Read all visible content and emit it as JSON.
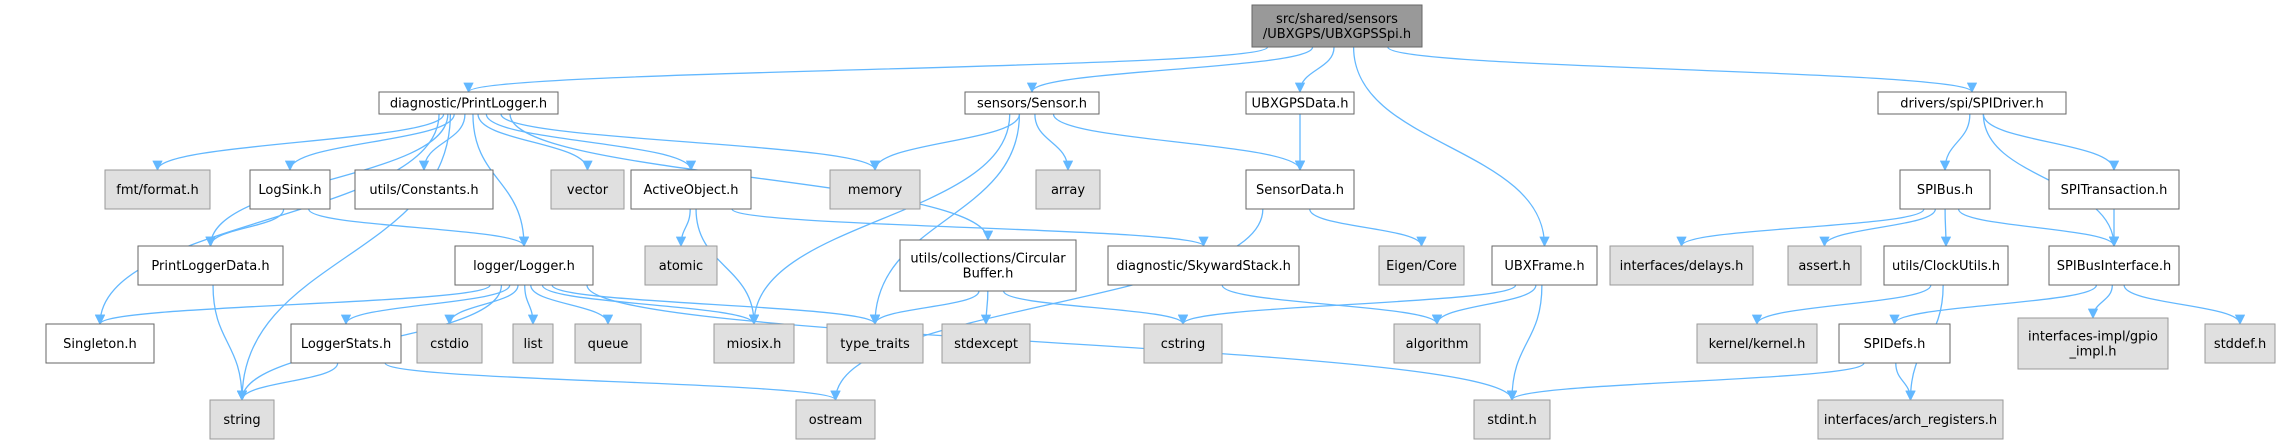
{
  "diagram": {
    "colors": {
      "edge": "#63b8ff",
      "node_border": "#666666",
      "external_fill": "#e0e0e0",
      "root_fill": "#999999",
      "node_fill": "#ffffff"
    },
    "nodes": [
      {
        "id": "root",
        "label": [
          "src/shared/sensors",
          "/UBXGPS/UBXGPSSpi.h"
        ],
        "kind": "root"
      },
      {
        "id": "printlogger",
        "label": [
          "diagnostic/PrintLogger.h"
        ],
        "kind": "normal"
      },
      {
        "id": "sensor",
        "label": [
          "sensors/Sensor.h"
        ],
        "kind": "normal"
      },
      {
        "id": "ubxgpsdata",
        "label": [
          "UBXGPSData.h"
        ],
        "kind": "normal"
      },
      {
        "id": "spidriver",
        "label": [
          "drivers/spi/SPIDriver.h"
        ],
        "kind": "normal"
      },
      {
        "id": "fmt",
        "label": [
          "fmt/format.h"
        ],
        "kind": "sys"
      },
      {
        "id": "logsink",
        "label": [
          "LogSink.h"
        ],
        "kind": "normal"
      },
      {
        "id": "constants",
        "label": [
          "utils/Constants.h"
        ],
        "kind": "normal"
      },
      {
        "id": "vector",
        "label": [
          "vector"
        ],
        "kind": "sys"
      },
      {
        "id": "activeobject",
        "label": [
          "ActiveObject.h"
        ],
        "kind": "normal"
      },
      {
        "id": "memory",
        "label": [
          "memory"
        ],
        "kind": "sys"
      },
      {
        "id": "array",
        "label": [
          "array"
        ],
        "kind": "sys"
      },
      {
        "id": "sensordata",
        "label": [
          "SensorData.h"
        ],
        "kind": "normal"
      },
      {
        "id": "spibus",
        "label": [
          "SPIBus.h"
        ],
        "kind": "normal"
      },
      {
        "id": "spitransaction",
        "label": [
          "SPITransaction.h"
        ],
        "kind": "normal"
      },
      {
        "id": "printloggerdata",
        "label": [
          "PrintLoggerData.h"
        ],
        "kind": "normal"
      },
      {
        "id": "logger",
        "label": [
          "logger/Logger.h"
        ],
        "kind": "normal"
      },
      {
        "id": "atomic",
        "label": [
          "atomic"
        ],
        "kind": "sys"
      },
      {
        "id": "circbuffer",
        "label": [
          "utils/collections/Circular",
          "Buffer.h"
        ],
        "kind": "normal"
      },
      {
        "id": "skywardstack",
        "label": [
          "diagnostic/SkywardStack.h"
        ],
        "kind": "normal"
      },
      {
        "id": "eigen",
        "label": [
          "Eigen/Core"
        ],
        "kind": "sys"
      },
      {
        "id": "ubxframe",
        "label": [
          "UBXFrame.h"
        ],
        "kind": "normal"
      },
      {
        "id": "delays",
        "label": [
          "interfaces/delays.h"
        ],
        "kind": "sys"
      },
      {
        "id": "assert",
        "label": [
          "assert.h"
        ],
        "kind": "sys"
      },
      {
        "id": "clockutils",
        "label": [
          "utils/ClockUtils.h"
        ],
        "kind": "normal"
      },
      {
        "id": "spibusinterface",
        "label": [
          "SPIBusInterface.h"
        ],
        "kind": "normal"
      },
      {
        "id": "singleton",
        "label": [
          "Singleton.h"
        ],
        "kind": "normal"
      },
      {
        "id": "loggerstats",
        "label": [
          "LoggerStats.h"
        ],
        "kind": "normal"
      },
      {
        "id": "cstdio",
        "label": [
          "cstdio"
        ],
        "kind": "sys"
      },
      {
        "id": "list",
        "label": [
          "list"
        ],
        "kind": "sys"
      },
      {
        "id": "queue",
        "label": [
          "queue"
        ],
        "kind": "sys"
      },
      {
        "id": "miosix",
        "label": [
          "miosix.h"
        ],
        "kind": "sys"
      },
      {
        "id": "typetraits",
        "label": [
          "type_traits"
        ],
        "kind": "sys"
      },
      {
        "id": "stdexcept",
        "label": [
          "stdexcept"
        ],
        "kind": "sys"
      },
      {
        "id": "cstring",
        "label": [
          "cstring"
        ],
        "kind": "sys"
      },
      {
        "id": "algorithm",
        "label": [
          "algorithm"
        ],
        "kind": "sys"
      },
      {
        "id": "kernel",
        "label": [
          "kernel/kernel.h"
        ],
        "kind": "sys"
      },
      {
        "id": "spidefs",
        "label": [
          "SPIDefs.h"
        ],
        "kind": "normal"
      },
      {
        "id": "gpioimpl",
        "label": [
          "interfaces-impl/gpio",
          "_impl.h"
        ],
        "kind": "sys"
      },
      {
        "id": "stddef",
        "label": [
          "stddef.h"
        ],
        "kind": "sys"
      },
      {
        "id": "string",
        "label": [
          "string"
        ],
        "kind": "sys"
      },
      {
        "id": "ostream",
        "label": [
          "ostream"
        ],
        "kind": "sys"
      },
      {
        "id": "stdint",
        "label": [
          "stdint.h"
        ],
        "kind": "sys"
      },
      {
        "id": "archregs",
        "label": [
          "interfaces/arch_registers.h"
        ],
        "kind": "sys"
      }
    ],
    "edges": [
      [
        "root",
        "printlogger"
      ],
      [
        "root",
        "sensor"
      ],
      [
        "root",
        "ubxgpsdata"
      ],
      [
        "root",
        "ubxframe"
      ],
      [
        "root",
        "spidriver"
      ],
      [
        "printlogger",
        "fmt"
      ],
      [
        "printlogger",
        "logsink"
      ],
      [
        "printlogger",
        "constants"
      ],
      [
        "printlogger",
        "vector"
      ],
      [
        "printlogger",
        "activeobject"
      ],
      [
        "printlogger",
        "memory"
      ],
      [
        "printlogger",
        "circbuffer"
      ],
      [
        "printlogger",
        "printloggerdata"
      ],
      [
        "printlogger",
        "logger"
      ],
      [
        "printlogger",
        "singleton"
      ],
      [
        "printlogger",
        "string"
      ],
      [
        "sensor",
        "memory"
      ],
      [
        "sensor",
        "array"
      ],
      [
        "sensor",
        "sensordata"
      ],
      [
        "sensor",
        "typetraits"
      ],
      [
        "sensor",
        "miosix"
      ],
      [
        "ubxgpsdata",
        "sensordata"
      ],
      [
        "spidriver",
        "spibus"
      ],
      [
        "spidriver",
        "spitransaction"
      ],
      [
        "spidriver",
        "spibusinterface"
      ],
      [
        "logsink",
        "printloggerdata"
      ],
      [
        "logsink",
        "logger"
      ],
      [
        "activeobject",
        "atomic"
      ],
      [
        "activeobject",
        "miosix"
      ],
      [
        "activeobject",
        "skywardstack"
      ],
      [
        "sensordata",
        "eigen"
      ],
      [
        "sensordata",
        "ostream"
      ],
      [
        "spibus",
        "delays"
      ],
      [
        "spibus",
        "assert"
      ],
      [
        "spibus",
        "clockutils"
      ],
      [
        "spibus",
        "spibusinterface"
      ],
      [
        "spitransaction",
        "spibusinterface"
      ],
      [
        "printloggerdata",
        "string"
      ],
      [
        "logger",
        "singleton"
      ],
      [
        "logger",
        "loggerstats"
      ],
      [
        "logger",
        "cstdio"
      ],
      [
        "logger",
        "list"
      ],
      [
        "logger",
        "queue"
      ],
      [
        "logger",
        "miosix"
      ],
      [
        "logger",
        "typetraits"
      ],
      [
        "logger",
        "string"
      ],
      [
        "logger",
        "stdint"
      ],
      [
        "circbuffer",
        "typetraits"
      ],
      [
        "circbuffer",
        "stdexcept"
      ],
      [
        "circbuffer",
        "cstring"
      ],
      [
        "skywardstack",
        "algorithm"
      ],
      [
        "ubxframe",
        "cstring"
      ],
      [
        "ubxframe",
        "algorithm"
      ],
      [
        "ubxframe",
        "stdint"
      ],
      [
        "clockutils",
        "kernel"
      ],
      [
        "clockutils",
        "archregs"
      ],
      [
        "spibusinterface",
        "spidefs"
      ],
      [
        "spibusinterface",
        "gpioimpl"
      ],
      [
        "spibusinterface",
        "stddef"
      ],
      [
        "loggerstats",
        "string"
      ],
      [
        "loggerstats",
        "ostream"
      ],
      [
        "spidefs",
        "stdint"
      ],
      [
        "spidefs",
        "archregs"
      ]
    ]
  }
}
